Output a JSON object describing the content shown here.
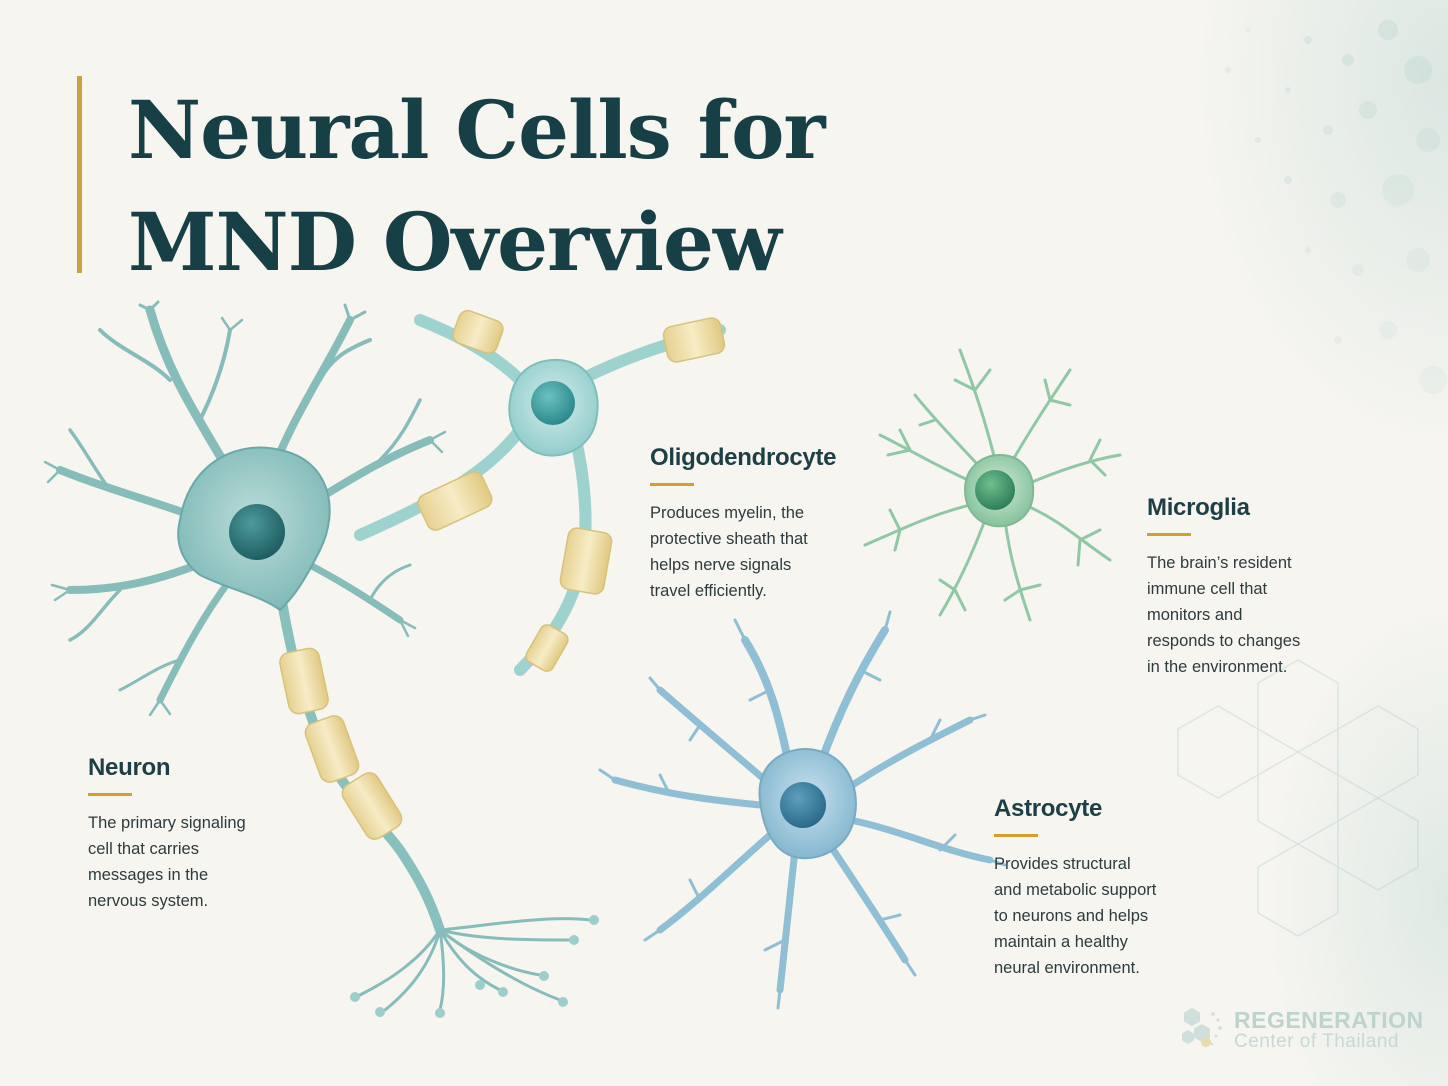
{
  "title": {
    "line1": "Neural Cells for",
    "line2": "MND Overview"
  },
  "cells": {
    "neuron": {
      "name": "Neuron",
      "description_lines": [
        "The primary signaling",
        "cell that carries",
        "messages in the",
        "nervous system."
      ]
    },
    "oligodendrocyte": {
      "name": "Oligodendrocyte",
      "description_lines": [
        "Produces myelin, the",
        "protective sheath that",
        "helps nerve signals",
        "travel efficiently."
      ]
    },
    "microglia": {
      "name": "Microglia",
      "description_lines": [
        "The brain’s resident",
        "immune cell that",
        "monitors and",
        "responds to changes",
        "in the environment."
      ]
    },
    "astrocyte": {
      "name": "Astrocyte",
      "description_lines": [
        "Provides structural",
        "and metabolic support",
        "to neurons and helps",
        "maintain a healthy",
        "neural environment."
      ]
    }
  },
  "logo": {
    "line1": "REGENERATION",
    "line2": "Center of Thailand"
  },
  "colors": {
    "title": "#163f46",
    "accent_rule": "#d2a02c",
    "neuron": "#7cb8b6",
    "oligodendrocyte": "#8ccbc9",
    "microglia": "#7fbf96",
    "astrocyte": "#7fb4cc",
    "myelin": "#efdfa8"
  }
}
